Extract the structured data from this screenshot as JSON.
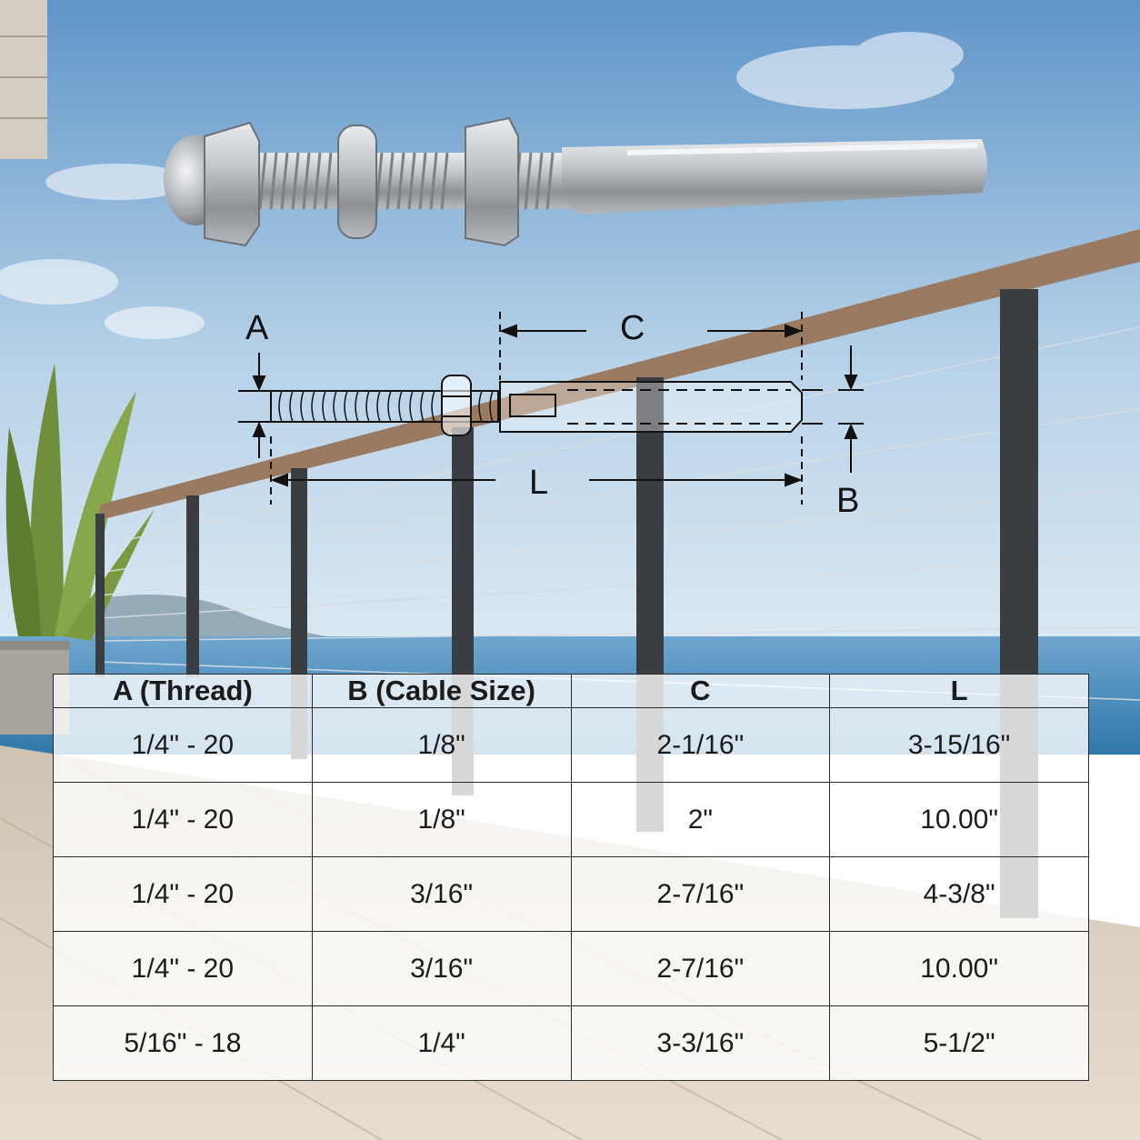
{
  "diagram": {
    "labels": {
      "a": "A",
      "b": "B",
      "c": "C",
      "l": "L"
    }
  },
  "table": {
    "headers": [
      "A (Thread)",
      "B (Cable Size)",
      "C",
      "L"
    ],
    "rows": [
      [
        "1/4\" - 20",
        "1/8\"",
        "2-1/16\"",
        "3-15/16\""
      ],
      [
        "1/4\" - 20",
        "1/8\"",
        "2\"",
        "10.00\""
      ],
      [
        "1/4\" - 20",
        "3/16\"",
        "2-7/16\"",
        "4-3/8\""
      ],
      [
        "1/4\" - 20",
        "3/16\"",
        "2-7/16\"",
        "10.00\""
      ],
      [
        "5/16\" - 18",
        "1/4\"",
        "3-3/16\"",
        "5-1/2\""
      ]
    ]
  },
  "colors": {
    "sky_top": "#5f95c8",
    "sky_bottom": "#dce9f3",
    "sea": "#3f86b6",
    "deck": "#d9cdbd",
    "handrail": "#9a7a60",
    "post": "#3a3d42",
    "steel": "#b9bcc0"
  }
}
